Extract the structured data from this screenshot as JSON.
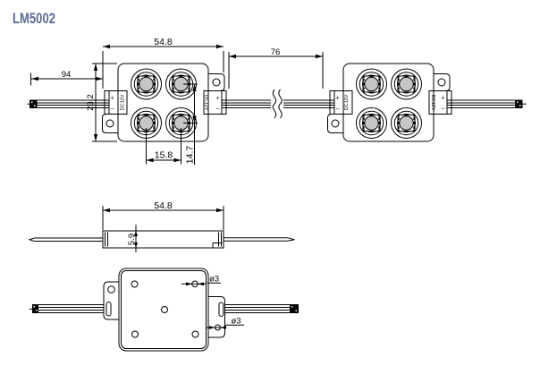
{
  "title": "LM5002",
  "colors": {
    "title": "#5b6d94",
    "line": "#000000",
    "led_lens": "#c6c6c6"
  },
  "front_view": {
    "dim_overall_width": "54.8",
    "dim_wire_length": "94",
    "dim_module_height": "23.2",
    "dim_led_pitch_x": "15.8",
    "dim_led_pitch_y": "14.7",
    "dim_module_spacing": "76"
  },
  "connector": {
    "positive": "+",
    "negative": "−",
    "voltage": "DC12V"
  },
  "side_view": {
    "dim_width": "54.8",
    "dim_thickness": "5.9"
  },
  "bottom_view": {
    "dim_hole_top": "ø3",
    "dim_hole_bottom": "ø3"
  }
}
